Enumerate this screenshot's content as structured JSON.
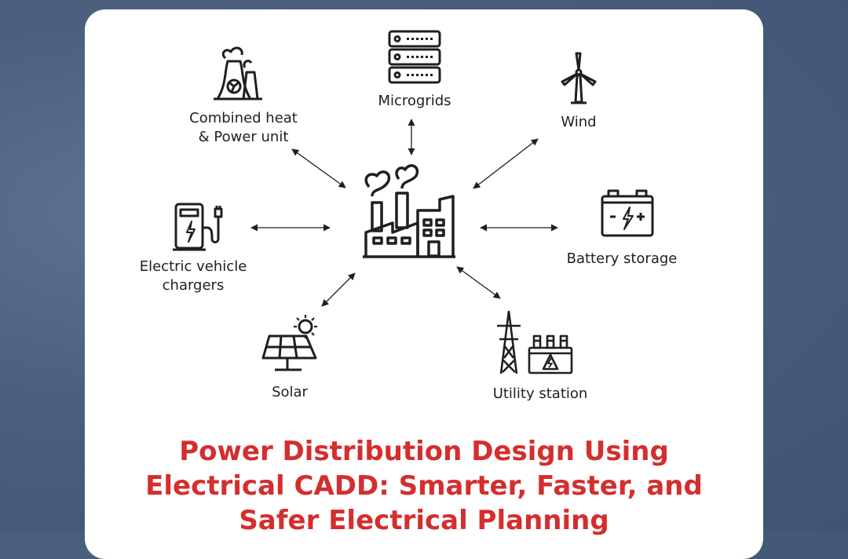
{
  "diagram": {
    "center": {
      "icon": "factory-icon"
    },
    "nodes": [
      {
        "id": "chp",
        "label_lines": [
          "Combined heat",
          "& Power unit"
        ],
        "icon": "power-plant-icon"
      },
      {
        "id": "microgrids",
        "label_lines": [
          "Microgrids"
        ],
        "icon": "server-rack-icon"
      },
      {
        "id": "wind",
        "label_lines": [
          "Wind"
        ],
        "icon": "wind-turbine-icon"
      },
      {
        "id": "ev",
        "label_lines": [
          "Electric vehicle",
          "chargers"
        ],
        "icon": "ev-charger-icon"
      },
      {
        "id": "battery",
        "label_lines": [
          "Battery storage"
        ],
        "icon": "battery-icon"
      },
      {
        "id": "solar",
        "label_lines": [
          "Solar"
        ],
        "icon": "solar-panel-icon"
      },
      {
        "id": "utility",
        "label_lines": [
          "Utility station"
        ],
        "icon": "utility-station-icon"
      }
    ]
  },
  "title": {
    "lines": [
      "Power Distribution Design Using",
      "Electrical CADD: Smarter, Faster, and",
      "Safer Electrical Planning"
    ]
  },
  "colors": {
    "background": "#4a5f7d",
    "card": "#ffffff",
    "title": "#d42e2e",
    "ink": "#1f1f1f"
  }
}
